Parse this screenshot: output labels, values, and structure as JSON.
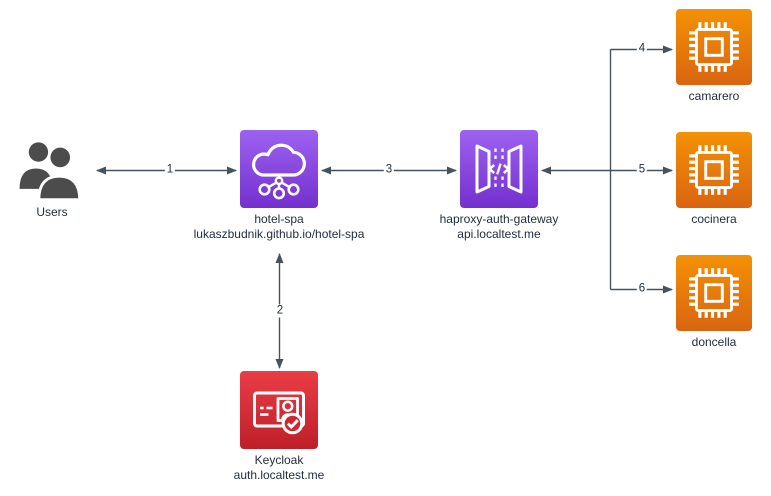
{
  "diagram": {
    "type": "architecture-diagram",
    "background": "#FFFFFF",
    "text_color": "#232F3E",
    "edge_color": "#46525E",
    "nodes": {
      "users": {
        "icon": "users-icon",
        "label": "Users",
        "icon_color": "#4C4C4C"
      },
      "hotel_spa": {
        "icon": "cloud-network-icon",
        "label": "hotel-spa",
        "sublabel": "lukaszbudnik.github.io/hotel-spa",
        "color_top": "#9D62F0",
        "color_bottom": "#7430CE"
      },
      "haproxy": {
        "icon": "api-gateway-icon",
        "label": "haproxy-auth-gateway",
        "sublabel": "api.localtest.me",
        "color_top": "#9D62F0",
        "color_bottom": "#7430CE"
      },
      "camarero": {
        "icon": "cpu-chip-icon",
        "label": "camarero",
        "color_top": "#F49104",
        "color_bottom": "#D96511"
      },
      "cocinera": {
        "icon": "cpu-chip-icon",
        "label": "cocinera",
        "color_top": "#F49104",
        "color_bottom": "#D96511"
      },
      "doncella": {
        "icon": "cpu-chip-icon",
        "label": "doncella",
        "color_top": "#F49104",
        "color_bottom": "#D96511"
      },
      "keycloak": {
        "icon": "id-card-check-icon",
        "label": "Keycloak",
        "sublabel": "auth.localtest.me",
        "color_top": "#EA3D46",
        "color_bottom": "#BE1F29"
      }
    },
    "edges": [
      {
        "label": "1",
        "from": "users",
        "to": "hotel_spa",
        "bidirectional": true
      },
      {
        "label": "2",
        "from": "hotel_spa",
        "to": "keycloak",
        "bidirectional": true
      },
      {
        "label": "3",
        "from": "hotel_spa",
        "to": "haproxy",
        "bidirectional": true
      },
      {
        "label": "4",
        "from": "haproxy",
        "to": "camarero",
        "bidirectional": false
      },
      {
        "label": "5",
        "from": "haproxy",
        "to": "cocinera",
        "bidirectional": true
      },
      {
        "label": "6",
        "from": "haproxy",
        "to": "doncella",
        "bidirectional": false
      }
    ]
  }
}
